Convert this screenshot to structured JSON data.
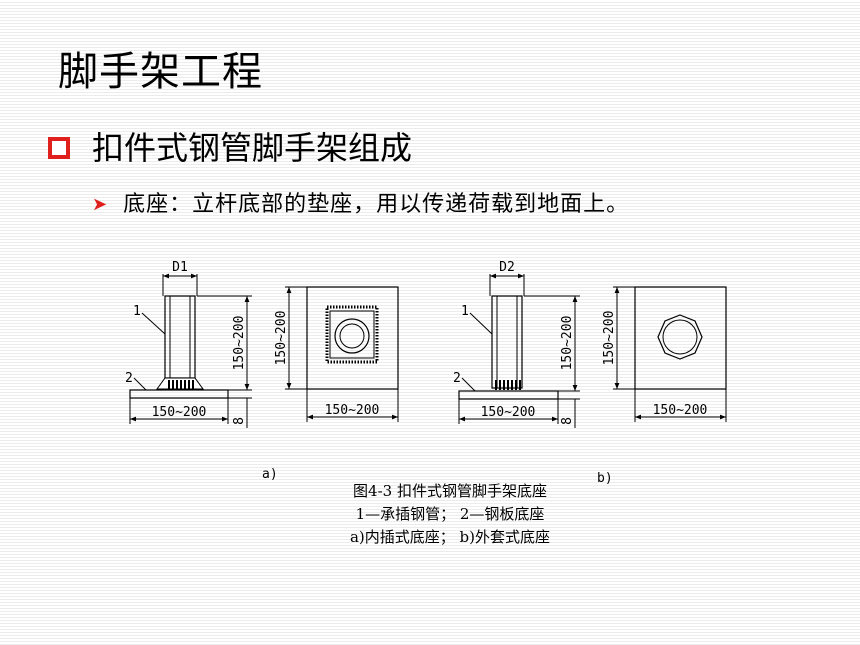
{
  "slide": {
    "title": "脚手架工程",
    "bullet1": "扣件式钢管脚手架组成",
    "bullet2": "底座：立杆底部的垫座，用以传递荷载到地面上。",
    "accent_color": "#e0201c",
    "bullet1_icon": "hollow-square-icon",
    "bullet2_icon": "arrow-icon"
  },
  "figure": {
    "labels": {
      "d1": "D1",
      "d2": "D2",
      "dim_width": "150~200",
      "dim_height": "150~200",
      "dim_thickness": "8",
      "part1": "1",
      "part2": "2",
      "sub_a": "a)",
      "sub_b": "b)"
    },
    "caption": {
      "line1": "图4-3  扣件式钢管脚手架底座",
      "line2": "1—承插钢管；  2—钢板底座",
      "line3": "a)内插式底座；  b)外套式底座"
    }
  }
}
